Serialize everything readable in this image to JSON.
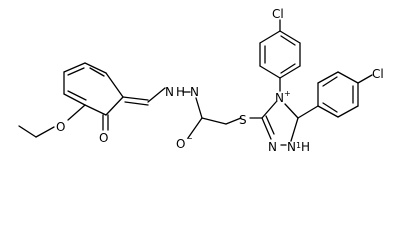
{
  "molecule": {
    "atoms": {
      "cl_top": "Cl",
      "cl_right": "Cl",
      "n_plus": "N",
      "n_plus_charge": "+",
      "s": "S",
      "n_ring_bottom": "N",
      "nh_ring": "N",
      "nh_ring_h": "H",
      "h_ring": "1",
      "nh_hydrazone": "H",
      "n_hydrazone_1": "N",
      "n_hydrazone_2": "N",
      "o_minus": "O",
      "o_minus_charge": "−",
      "o_keto": "O",
      "o_ether": "O"
    }
  }
}
